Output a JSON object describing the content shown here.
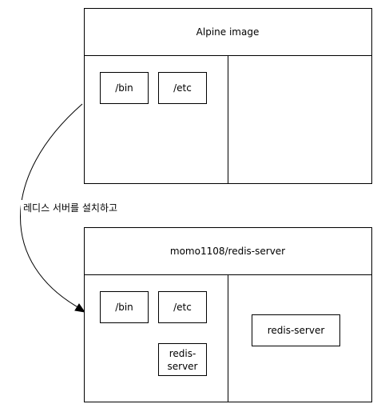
{
  "top_image": {
    "title": "Alpine image",
    "folders": [
      "/bin",
      "/etc"
    ]
  },
  "arrow": {
    "label": "레디스 서버를 설치하고"
  },
  "bottom_image": {
    "title": "momo1108/redis-server",
    "folders": [
      "/bin",
      "/etc"
    ],
    "installed_folder_line1": "redis-",
    "installed_folder_line2": "server",
    "process": "redis-server"
  }
}
